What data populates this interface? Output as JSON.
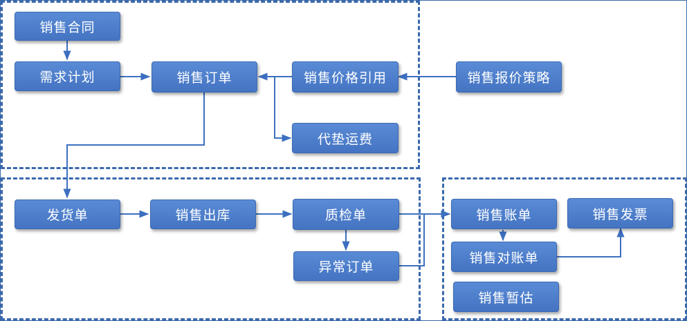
{
  "diagram": {
    "colors": {
      "node_fill": "#4f80cf",
      "connector": "#3d6fbf",
      "group_border": "#3a68ad"
    },
    "nodes": {
      "sales_contract": "销售合同",
      "demand_plan": "需求计划",
      "sales_order": "销售订单",
      "price_reference": "销售价格引用",
      "quote_strategy": "销售报价策略",
      "advance_freight": "代垫运费",
      "delivery_note": "发货单",
      "sales_outbound": "销售出库",
      "quality_inspection": "质检单",
      "exception_order": "异常订单",
      "sales_bill": "销售账单",
      "sales_invoice": "销售发票",
      "reconciliation": "销售对账单",
      "provisional_estimate": "销售暂估"
    }
  }
}
